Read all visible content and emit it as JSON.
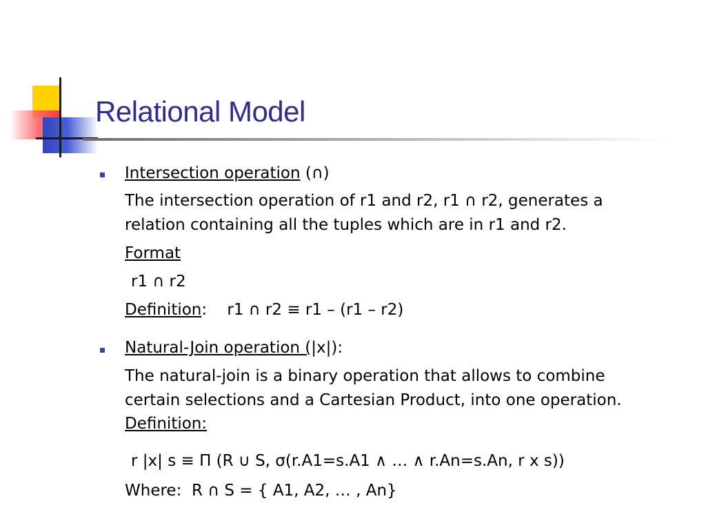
{
  "title": "Relational Model",
  "sections": [
    {
      "heading_link": "Intersection operation",
      "heading_suffix": " (∩)",
      "desc_line1": "The intersection operation of r1 and r2, r1 ∩ r2, generates a",
      "desc_line2": "relation containing all the tuples which are in r1 and r2.",
      "format_label": "Format",
      "format_expr": "r1 ∩ r2",
      "definition_label": "Definition",
      "definition_expr": ":    r1 ∩ r2 ≡ r1 – (r1 – r2)"
    },
    {
      "heading_link": "Natural-Join operation (",
      "heading_suffix": "|x|):",
      "desc_line1": "The natural-join is a binary operation that allows to combine",
      "desc_line2": "certain selections and a Cartesian Product, into one operation.",
      "definition_label": "Definition:",
      "definition_expr": "r |x| s ≡ Π (R ∪ S, σ(r.A1=s.A1 ∧ … ∧ r.An=s.An, r x s))",
      "where_expr": "Where:  R ∩ S = { A1, A2, … , An}"
    }
  ],
  "colors": {
    "title": "#2d2d8f",
    "bullet": "#3344bb",
    "deco_yellow": "#ffd200",
    "deco_red": "#ff3a3a",
    "deco_blue": "#3344bb"
  }
}
